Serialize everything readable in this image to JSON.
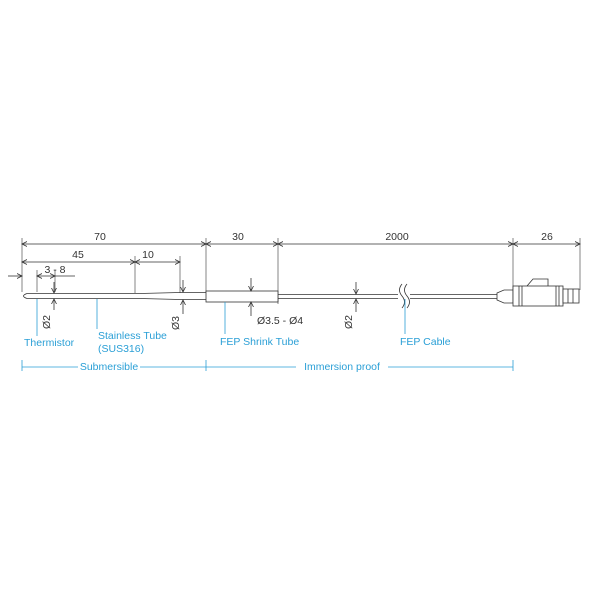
{
  "dimensions": {
    "d70": "70",
    "d30": "30",
    "d2000": "2000",
    "d26": "26",
    "d45": "45",
    "d10": "10",
    "d3_8": "3 - 8",
    "dia2_tip": "Ø2",
    "dia3": "Ø3",
    "dia_shrink": "Ø3.5 - Ø4",
    "dia2_cable": "Ø2"
  },
  "labels": {
    "thermistor": "Thermistor",
    "stainless_tube_1": "Stainless Tube",
    "stainless_tube_2": "(SUS316)",
    "fep_shrink_tube": "FEP Shrink Tube",
    "fep_cable": "FEP Cable",
    "submersible": "Submersible",
    "immersion_proof": "Immersion proof"
  },
  "colors": {
    "line": "#333333",
    "label": "#2a9fd6"
  }
}
